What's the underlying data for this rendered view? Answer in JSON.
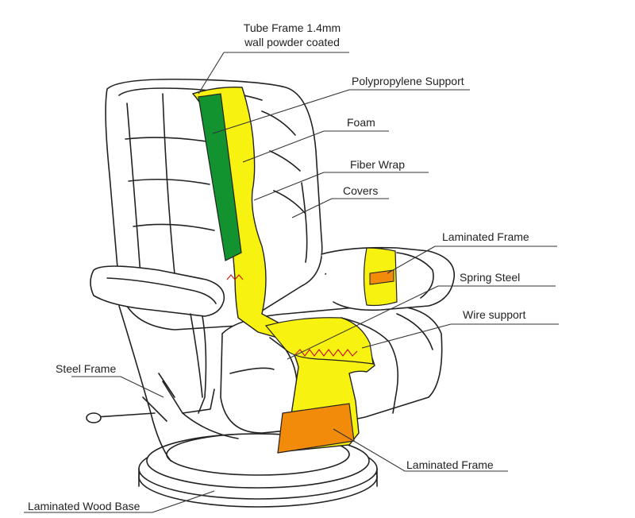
{
  "labels": {
    "tube_frame_line1": "Tube Frame 1.4mm",
    "tube_frame_line2": "wall powder coated",
    "polypropylene_support": "Polypropylene Support",
    "foam": "Foam",
    "fiber_wrap": "Fiber Wrap",
    "covers": "Covers",
    "laminated_frame_arm": "Laminated Frame",
    "spring_steel": "Spring Steel",
    "wire_support": "Wire support",
    "steel_frame": "Steel Frame",
    "laminated_frame_base": "Laminated Frame",
    "laminated_wood_base": "Laminated Wood Base"
  },
  "colors": {
    "outline": "#222222",
    "foam_yellow": "#f7f20f",
    "support_green": "#12932f",
    "laminated_orange": "#f28a0a",
    "spring_red": "#c81e1e",
    "leader_line": "#333333"
  }
}
